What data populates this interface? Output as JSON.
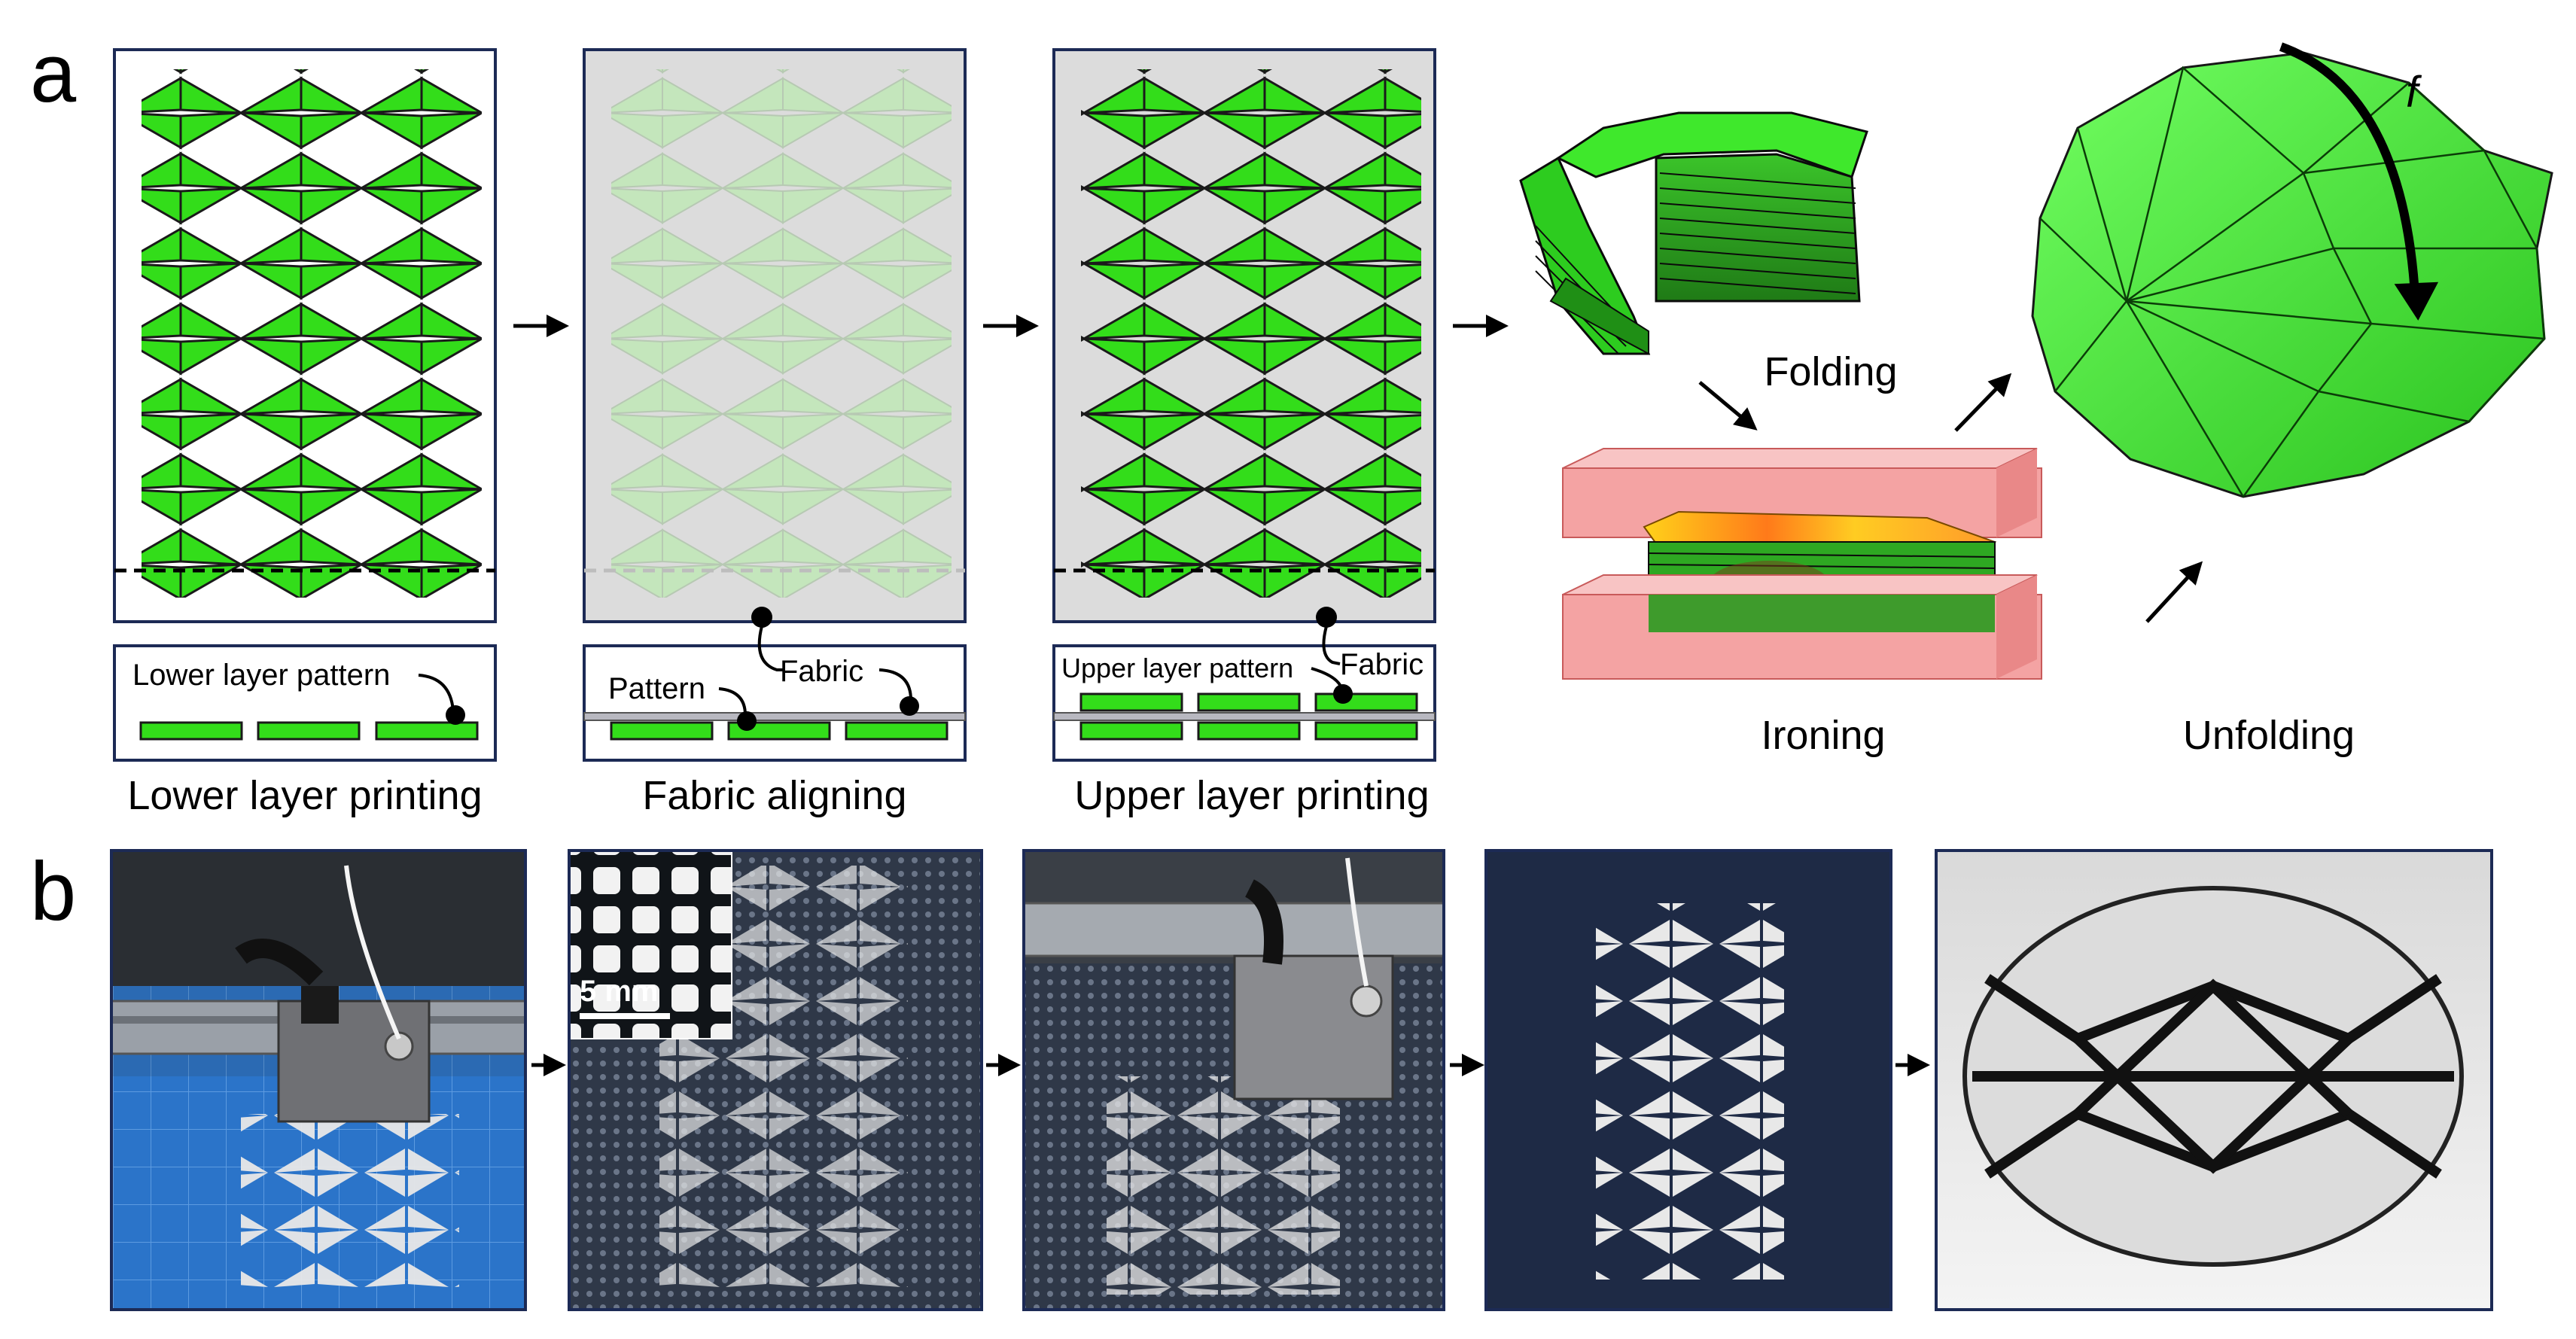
{
  "panel_a": {
    "letter": "a",
    "captions": {
      "lower_printing": "Lower layer printing",
      "fabric_aligning": "Fabric aligning",
      "upper_printing": "Upper layer printing",
      "folding": "Folding",
      "ironing": "Ironing",
      "unfolding": "Unfolding"
    },
    "callouts": {
      "lower_layer_pattern": "Lower layer pattern",
      "pattern": "Pattern",
      "fabric_1": "Fabric",
      "upper_layer_pattern": "Upper layer pattern",
      "fabric_2": "Fabric"
    },
    "force_symbol": "f"
  },
  "panel_b": {
    "letter": "b",
    "scale_bar": "5 mm"
  },
  "colors": {
    "pattern_green": "#33dd1a",
    "sheet_gray": "#dcdcdc",
    "iron_pink": "#f4a3a3",
    "frame_blue": "#1c2a55",
    "fabric_gray": "#b8b8c0"
  }
}
